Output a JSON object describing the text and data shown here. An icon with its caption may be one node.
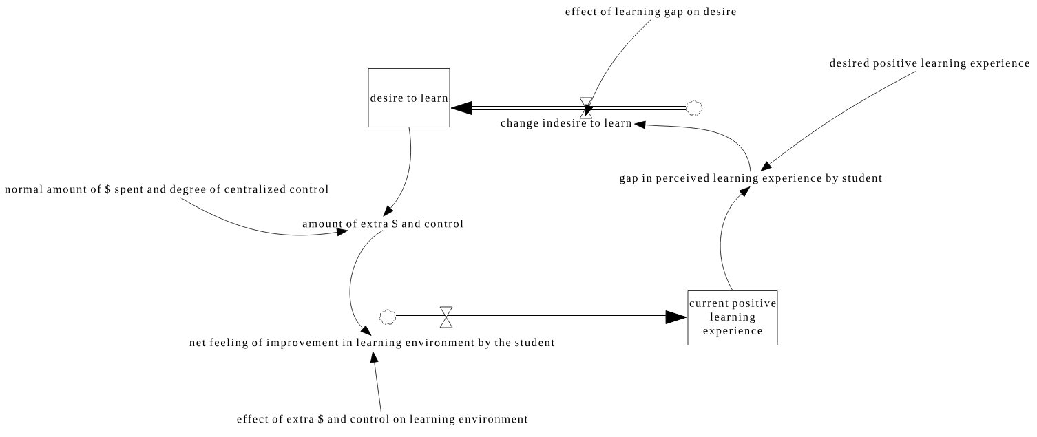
{
  "diagram": {
    "nodes": [
      {
        "text": [
          "desire to learn"
        ]
      },
      {
        "text": [
          "change indesire to learn"
        ]
      },
      {
        "text": [],
        "shape": "cloud"
      },
      {
        "text": [
          "effect of learning gap on desire"
        ]
      },
      {
        "text": [
          "desired positive learning experience"
        ]
      },
      {
        "text": [
          "gap in perceived learning experience by student"
        ]
      },
      {
        "text": [
          "normal amount of $ spent and degree of centralized control"
        ]
      },
      {
        "text": [
          "amount of extra $ and control"
        ]
      },
      {
        "text": [],
        "shape": "cloud"
      },
      {
        "text": [
          "net feeling of improvement in learning environment by the student"
        ]
      },
      {
        "text": [
          "current positive learning experience"
        ]
      },
      {
        "text": [
          "effect of extra $ and control on learning environment"
        ]
      }
    ],
    "edges": [
      {
        "from": 2,
        "to": 0,
        "arrow": "to",
        "style": "thick"
      },
      {
        "from": 8,
        "to": 10,
        "arrow": "to",
        "style": "thick"
      },
      {
        "from": 3,
        "to": 1,
        "arrow": "to"
      },
      {
        "from": 0,
        "to": 7,
        "arrow": "to"
      },
      {
        "from": 6,
        "to": 7,
        "arrow": "to"
      },
      {
        "from": 7,
        "to": 9,
        "arrow": "to"
      },
      {
        "from": 11,
        "to": 9,
        "arrow": "to"
      },
      {
        "from": 10,
        "to": 5,
        "arrow": "to"
      },
      {
        "from": 5,
        "to": 1,
        "arrow": "to"
      },
      {
        "from": 4,
        "to": 5,
        "arrow": "to"
      }
    ]
  }
}
